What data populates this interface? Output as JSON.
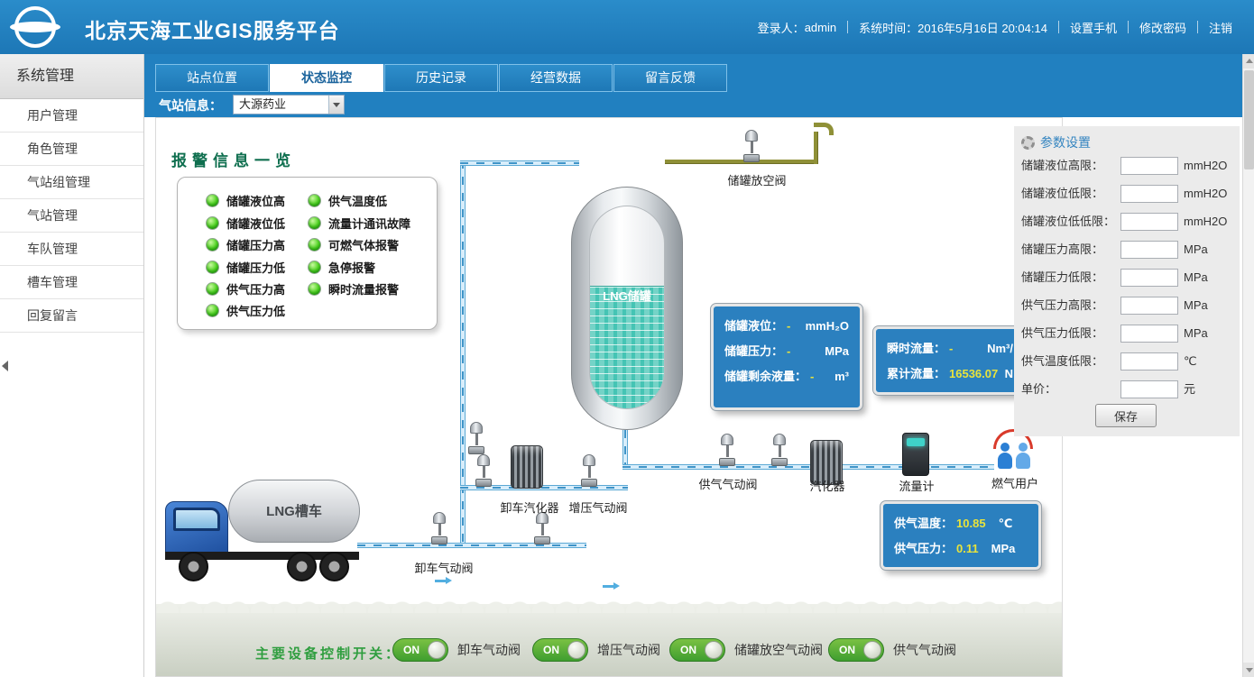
{
  "header": {
    "title": "北京天海工业GIS服务平台",
    "login_label": "登录人：",
    "login_user": "admin",
    "time_label": "系统时间：",
    "time_value": "2016年5月16日 20:04:14",
    "link_phone": "设置手机",
    "link_password": "修改密码",
    "link_logout": "注销"
  },
  "sidebar": {
    "title": "系统管理",
    "items": [
      {
        "label": "用户管理"
      },
      {
        "label": "角色管理"
      },
      {
        "label": "气站组管理"
      },
      {
        "label": "气站管理"
      },
      {
        "label": "车队管理"
      },
      {
        "label": "槽车管理"
      },
      {
        "label": "回复留言"
      }
    ]
  },
  "tabs": [
    {
      "label": "站点位置"
    },
    {
      "label": "状态监控"
    },
    {
      "label": "历史记录"
    },
    {
      "label": "经营数据"
    },
    {
      "label": "留言反馈"
    }
  ],
  "station": {
    "label": "气站信息：",
    "selected": "大源药业"
  },
  "alarm": {
    "title": "报警信息一览",
    "col1": [
      "储罐液位高",
      "储罐液位低",
      "储罐压力高",
      "储罐压力低",
      "供气压力高",
      "供气压力低"
    ],
    "col2": [
      "供气温度低",
      "流量计通讯故障",
      "可燃气体报警",
      "急停报警",
      "瞬时流量报警"
    ]
  },
  "diagram": {
    "tank_label": "LNG储罐",
    "vent_valve": "储罐放空阀",
    "truck_label": "LNG槽车",
    "unload_vaporizer": "卸车汽化器",
    "boost_valve": "增压气动阀",
    "unload_valve": "卸车气动阀",
    "supply_valve": "供气气动阀",
    "vaporizer": "汽化器",
    "flow_meter": "流量计",
    "gas_users": "燃气用户"
  },
  "tank_info": {
    "rows": [
      {
        "label": "储罐液位：",
        "value": "-",
        "unit": "mmH₂O"
      },
      {
        "label": "储罐压力：",
        "value": "-",
        "unit": "MPa"
      },
      {
        "label": "储罐剩余液量：",
        "value": "-",
        "unit": "m³"
      }
    ]
  },
  "flow_info": {
    "rows": [
      {
        "label": "瞬时流量：",
        "value": "-",
        "unit": "Nm³/"
      },
      {
        "label": "累计流量：",
        "value": "16536.07",
        "unit": "N"
      }
    ]
  },
  "supply_info": {
    "rows": [
      {
        "label": "供气温度：",
        "value": "10.85",
        "unit": "℃"
      },
      {
        "label": "供气压力：",
        "value": "0.11",
        "unit": "MPa"
      }
    ]
  },
  "controls": {
    "title": "主要设备控制开关：",
    "switches": [
      {
        "label": "卸车气动阀",
        "state": "ON"
      },
      {
        "label": "增压气动阀",
        "state": "ON"
      },
      {
        "label": "储罐放空气动阀",
        "state": "ON"
      },
      {
        "label": "供气气动阀",
        "state": "ON"
      }
    ]
  },
  "settings": {
    "title": "参数设置",
    "fields": [
      {
        "label": "储罐液位高限：",
        "unit": "mmH2O",
        "value": ""
      },
      {
        "label": "储罐液位低限：",
        "unit": "mmH2O",
        "value": ""
      },
      {
        "label": "储罐液位低低限：",
        "unit": "mmH2O",
        "value": ""
      },
      {
        "label": "储罐压力高限：",
        "unit": "MPa",
        "value": ""
      },
      {
        "label": "储罐压力低限：",
        "unit": "MPa",
        "value": ""
      },
      {
        "label": "供气压力高限：",
        "unit": "MPa",
        "value": ""
      },
      {
        "label": "供气压力低限：",
        "unit": "MPa",
        "value": ""
      },
      {
        "label": "供气温度低限：",
        "unit": "℃",
        "value": ""
      },
      {
        "label": "单价：",
        "unit": "元",
        "value": ""
      }
    ],
    "save_label": "保存"
  },
  "colors": {
    "header_blue": "#2180c0",
    "panel_blue": "#2b80bf",
    "value_yellow": "#e8e33c",
    "alarm_green": "#3ecb1e",
    "toggle_green": "#49a83c"
  }
}
